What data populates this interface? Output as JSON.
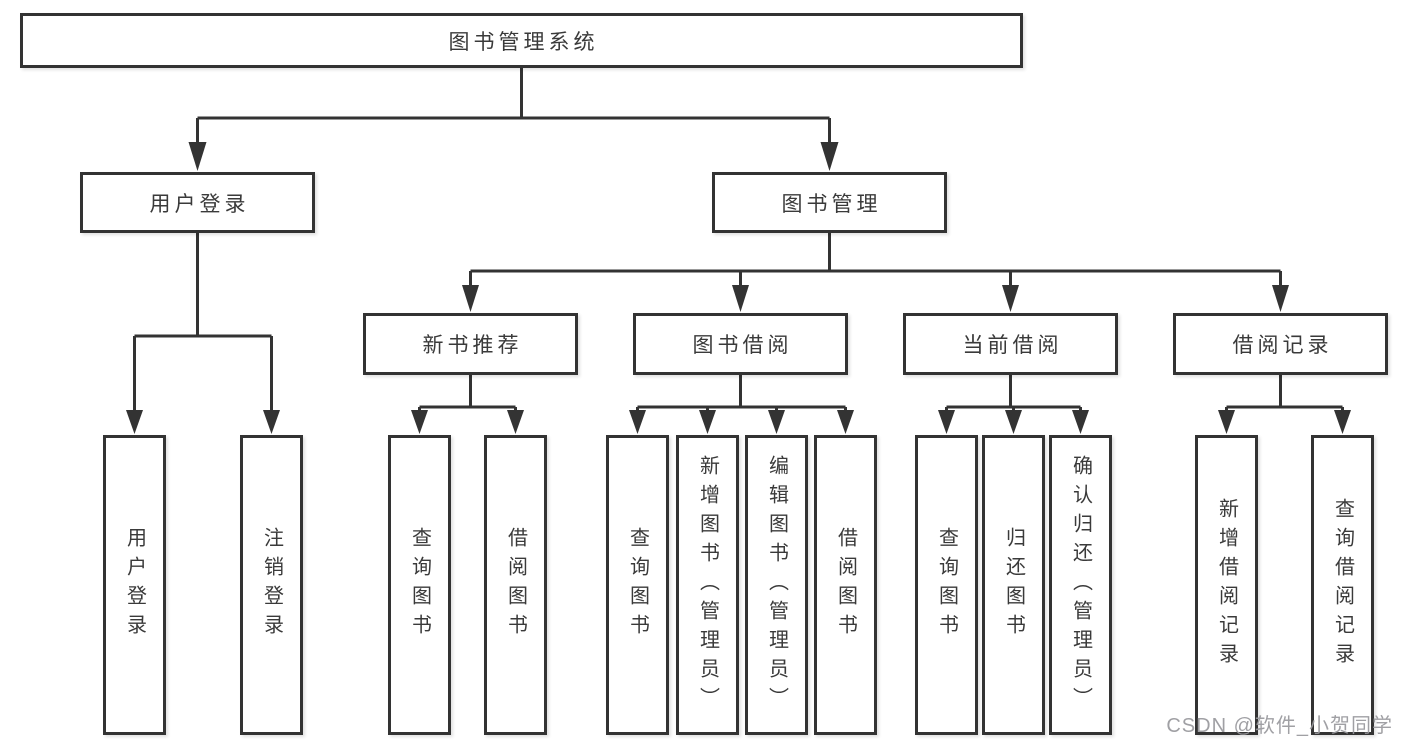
{
  "diagram_title": "图书管理系统",
  "tree": {
    "root": {
      "label": "图书管理系统"
    },
    "branches": [
      {
        "label": "用户登录",
        "children": [
          {
            "label": "用户登录"
          },
          {
            "label": "注销登录"
          }
        ]
      },
      {
        "label": "图书管理",
        "children": [
          {
            "label": "新书推荐",
            "children": [
              {
                "label": "查询图书"
              },
              {
                "label": "借阅图书"
              }
            ]
          },
          {
            "label": "图书借阅",
            "children": [
              {
                "label": "查询图书"
              },
              {
                "label": "新增图书（管理员）"
              },
              {
                "label": "编辑图书（管理员）"
              },
              {
                "label": "借阅图书"
              }
            ]
          },
          {
            "label": "当前借阅",
            "children": [
              {
                "label": "查询图书"
              },
              {
                "label": "归还图书"
              },
              {
                "label": "确认归还（管理员）"
              }
            ]
          },
          {
            "label": "借阅记录",
            "children": [
              {
                "label": "新增借阅记录"
              },
              {
                "label": "查询借阅记录"
              }
            ]
          }
        ]
      }
    ]
  },
  "watermark": {
    "text": "CSDN @软件_小贺同学"
  },
  "colors": {
    "line": "#333333",
    "text": "#3a3a3a",
    "box_bg": "#ffffff",
    "watermark": "#98989d"
  }
}
